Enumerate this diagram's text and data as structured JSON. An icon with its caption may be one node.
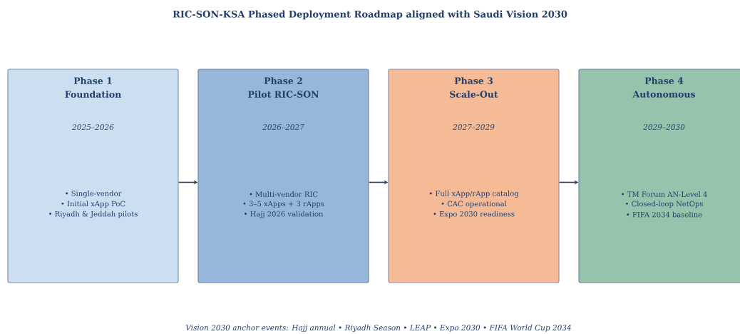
{
  "diagram": {
    "title": "RIC-SON-KSA Phased Deployment Roadmap aligned with Saudi Vision 2030",
    "nodes": [
      {
        "text": [
          "Phase 1",
          "Foundation",
          "2025–2026",
          "• Single-vendor",
          "• Initial xApp PoC",
          "• Riyadh & Jeddah pilots"
        ]
      },
      {
        "text": [
          "Phase 2",
          "Pilot RIC-SON",
          "2026–2027",
          "• Multi-vendor RIC",
          "• 3–5 xApps + 3 rApps",
          "• Hajj 2026 validation"
        ]
      },
      {
        "text": [
          "Phase 3",
          "Scale-Out",
          "2027–2029",
          "• Full xApp/rApp catalog",
          "• CAC operational",
          "• Expo 2030 readiness"
        ]
      },
      {
        "text": [
          "Phase 4",
          "Autonomous",
          "2029–2030",
          "• TM Forum AN-Level 4",
          "• Closed-loop NetOps",
          "• FIFA 2034 baseline"
        ]
      }
    ],
    "edges": [
      {
        "from": 0,
        "to": 1,
        "arrow": "to"
      },
      {
        "from": 1,
        "to": 2,
        "arrow": "to"
      },
      {
        "from": 2,
        "to": 3,
        "arrow": "to"
      }
    ],
    "caption": "Vision 2030 anchor events: Hajj annual  •  Riyadh Season  •  LEAP  •  Expo 2030  •  FIFA World Cup 2034"
  }
}
